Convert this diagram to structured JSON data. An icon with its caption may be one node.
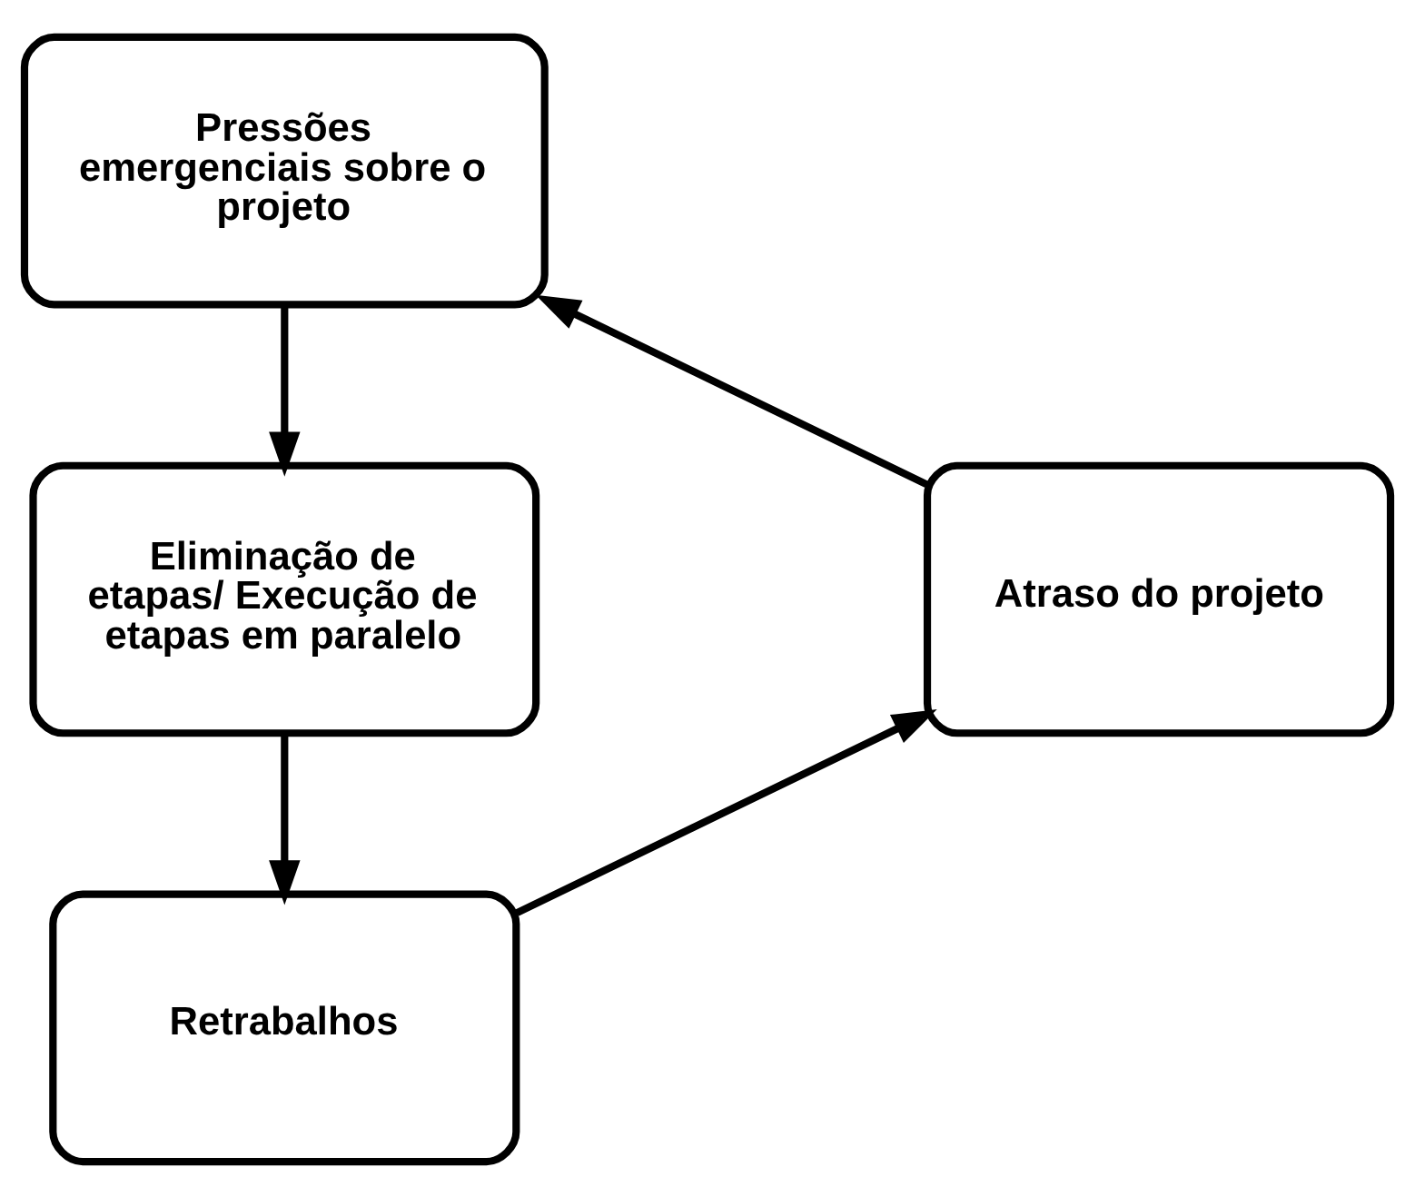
{
  "diagram": {
    "nodes": [
      {
        "text": [
          "Pressões emergenciais sobre o projeto"
        ]
      },
      {
        "text": [
          "Eliminação de etapas/ Execução de etapas em paralelo"
        ]
      },
      {
        "text": [
          "Retrabalhos"
        ]
      },
      {
        "text": [
          "Atraso do projeto"
        ]
      }
    ],
    "edges": [
      {
        "from": 0,
        "to": 1,
        "arrow": "to"
      },
      {
        "from": 1,
        "to": 2,
        "arrow": "to"
      },
      {
        "from": 2,
        "to": 3,
        "arrow": "to"
      },
      {
        "from": 3,
        "to": 0,
        "arrow": "to"
      }
    ]
  }
}
